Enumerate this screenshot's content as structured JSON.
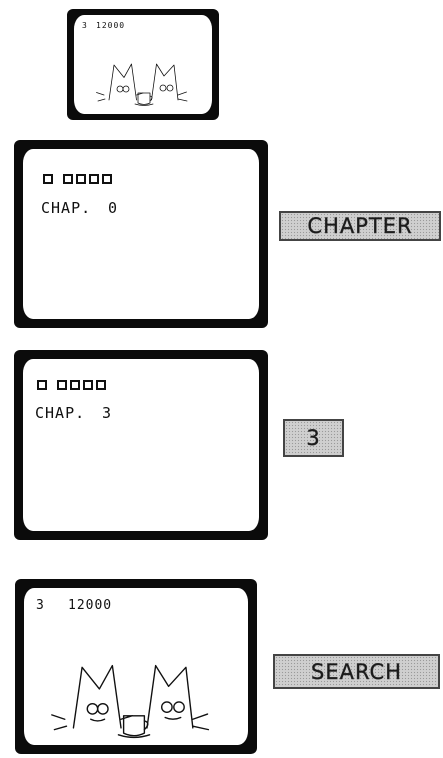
{
  "panels": [
    {
      "score_left": "3",
      "score_right": "12000"
    },
    {
      "chapter_label": "CHAP.",
      "chapter_value": "0"
    },
    {
      "chapter_label": "CHAP.",
      "chapter_value": "3"
    },
    {
      "score_left": "3",
      "score_right": "12000"
    }
  ],
  "buttons": {
    "chapter": "CHAPTER",
    "number": "3",
    "search": "SEARCH"
  }
}
